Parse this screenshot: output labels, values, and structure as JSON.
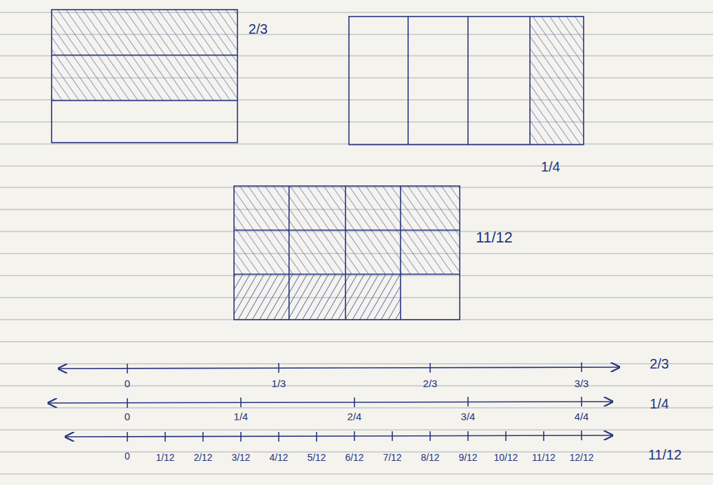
{
  "diagram": {
    "labels": [
      "2/3",
      "1/4",
      "11/12",
      "0",
      "1/3",
      "2/3",
      "3/3",
      "2/3",
      "0",
      "1/4",
      "2/4",
      "3/4",
      "4/4",
      "1/4",
      "0",
      "1/12",
      "2/12",
      "3/12",
      "4/12",
      "5/12",
      "6/12",
      "7/12",
      "8/12",
      "9/12",
      "10/12",
      "11/12",
      "12/12",
      "11/12"
    ]
  }
}
